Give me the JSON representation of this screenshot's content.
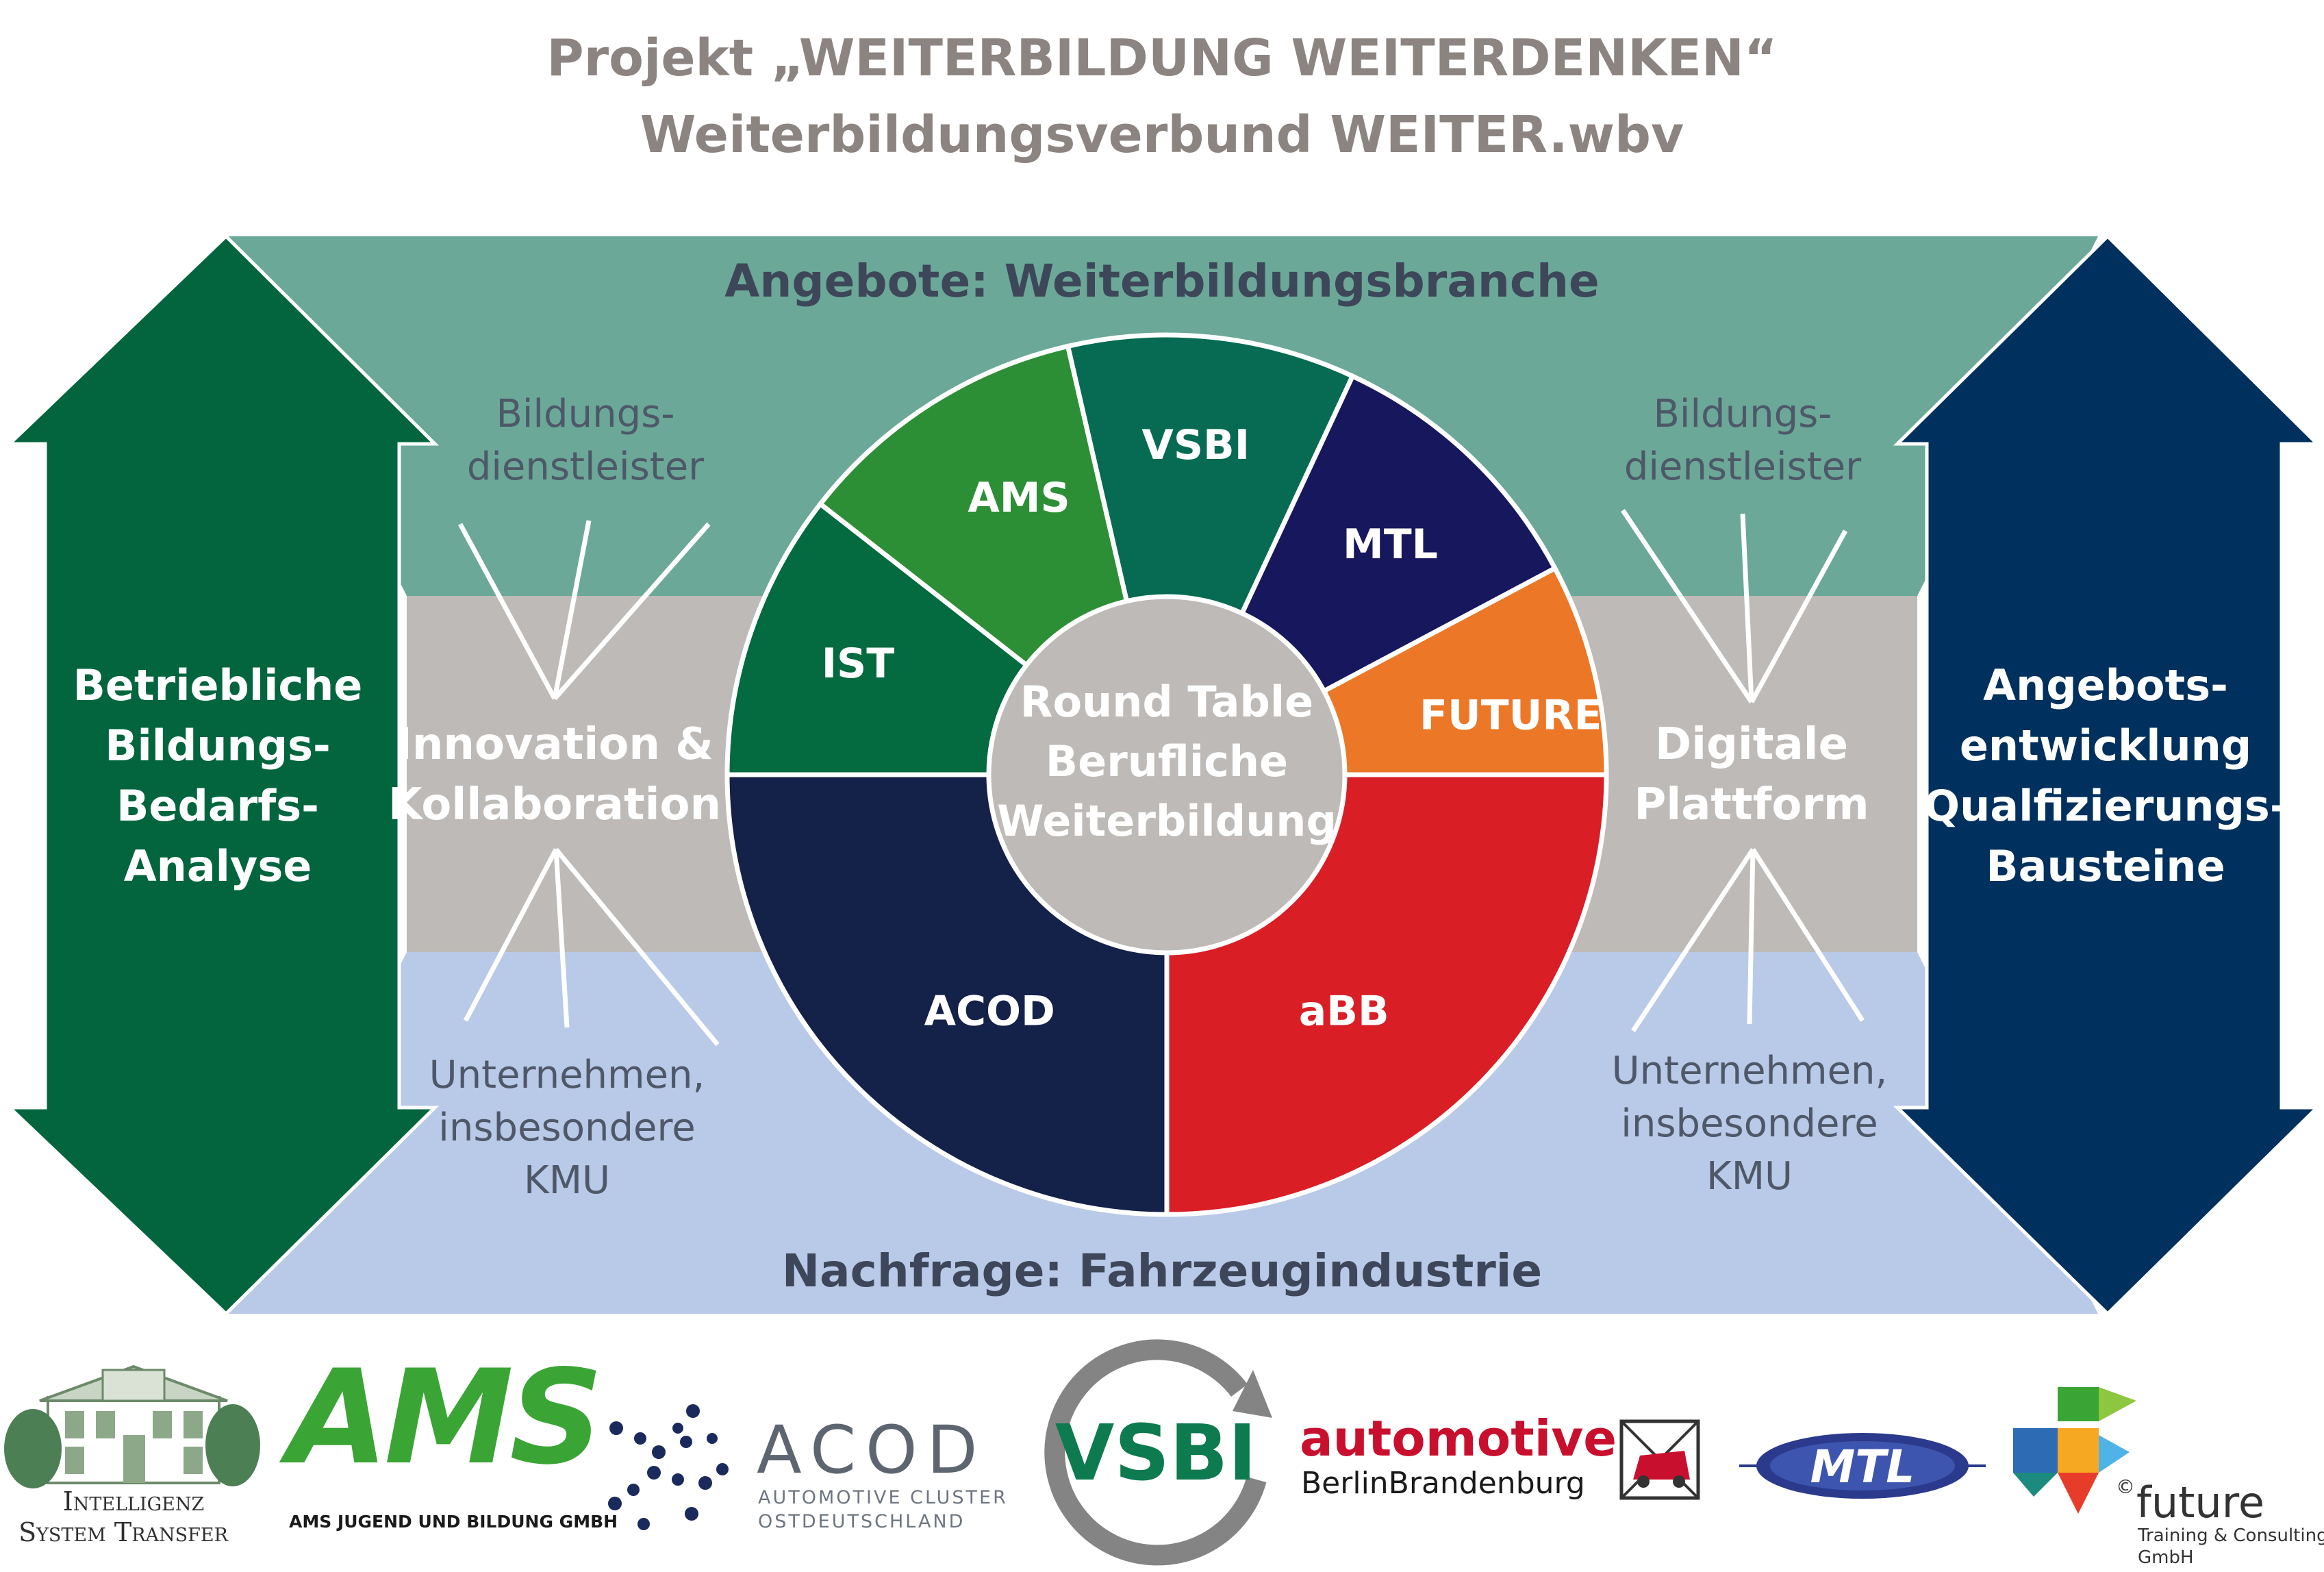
{
  "title": {
    "line1": "Projekt „WEITERBILDUNG WEITERDENKEN“",
    "line2": "Weiterbildungsverbund WEITER.wbv"
  },
  "bands": {
    "top_label": "Angebote: Weiterbildungsbranche",
    "bottom_label": "Nachfrage: Fahrzeugindustrie"
  },
  "left_arrow": {
    "lines": [
      "Betriebliche",
      "Bildungs-",
      "Bedarfs-",
      "Analyse"
    ],
    "color": "#03653e"
  },
  "right_arrow": {
    "lines": [
      "Angebots-",
      "entwicklung",
      "Qualfizierungs-",
      "Bausteine"
    ],
    "color": "#00305d"
  },
  "left_panel": {
    "top_lines": [
      "Bildungs-",
      "dienstleister"
    ],
    "middle_lines": [
      "Innovation &",
      "Kollaboration"
    ],
    "bottom_lines": [
      "Unternehmen,",
      "insbesondere",
      "KMU"
    ]
  },
  "right_panel": {
    "top_lines": [
      "Bildungs-",
      "dienstleister"
    ],
    "middle_lines": [
      "Digitale",
      "Plattform"
    ],
    "bottom_lines": [
      "Unternehmen,",
      "insbesondere",
      "KMU"
    ]
  },
  "wheel": {
    "center_lines": [
      "Round Table",
      "Berufliche",
      "Weiterbildung"
    ],
    "segments": [
      {
        "label": "IST",
        "color": "#046a3f"
      },
      {
        "label": "AMS",
        "color": "#2d8f35"
      },
      {
        "label": "VSBI",
        "color": "#066b52"
      },
      {
        "label": "MTL",
        "color": "#17175e"
      },
      {
        "label": "FUTURE",
        "color": "#eb7727"
      },
      {
        "label": "aBB",
        "color": "#d91e26"
      },
      {
        "label": "ACOD",
        "color": "#142148"
      }
    ]
  },
  "logos": {
    "ist": [
      "Intelligenz",
      "System Transfer"
    ],
    "ams": {
      "mark": "AMS",
      "reg": "®",
      "sub": "AMS JUGEND UND BILDUNG GMBH"
    },
    "acod": {
      "mark": "ACOD",
      "sub1": "AUTOMOTIVE CLUSTER",
      "sub2": "OSTDEUTSCHLAND"
    },
    "vsbi": "VSBI",
    "automotive": {
      "line1": "automotive",
      "line2": "BerlinBrandenburg"
    },
    "mtl": "MTL",
    "future": {
      "copyright": "©",
      "name": "future",
      "sub1": "Training & Consulting",
      "sub2": "GmbH"
    }
  }
}
